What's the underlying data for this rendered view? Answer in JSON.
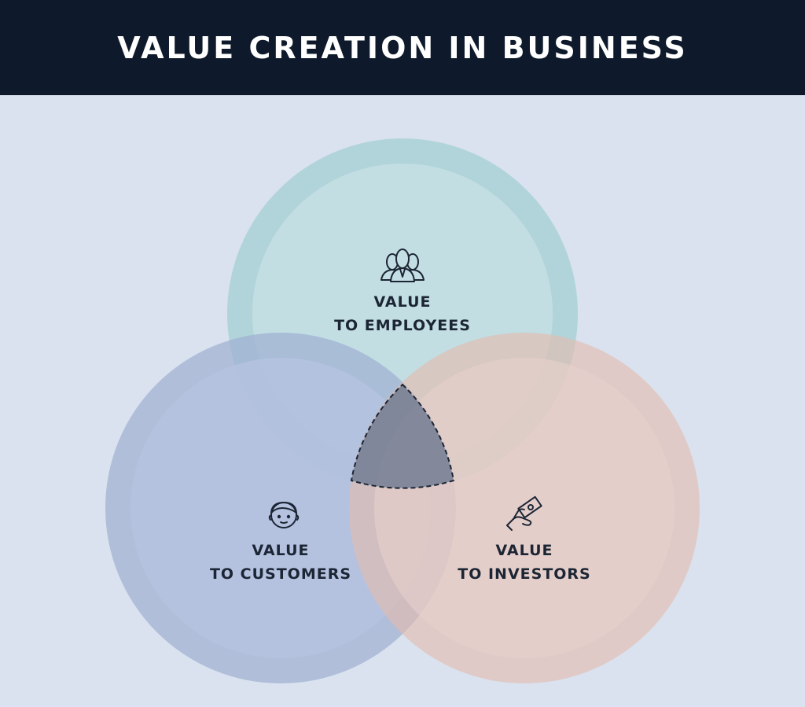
{
  "title": "VALUE CREATION IN BUSINESS",
  "circles": [
    {
      "id": "employees",
      "line1": "VALUE",
      "line2": "TO EMPLOYEES",
      "icon": "employees-group-icon",
      "ring_color": "#b2d6da",
      "fill_color": "#c5dfe4"
    },
    {
      "id": "customers",
      "line1": "VALUE",
      "line2": "TO CUSTOMERS",
      "icon": "customer-face-icon",
      "ring_color": "#a9b8d6",
      "fill_color": "#bfcae6"
    },
    {
      "id": "investors",
      "line1": "VALUE",
      "line2": "TO INVESTORS",
      "icon": "money-handshake-icon",
      "ring_color": "#e6c6bb",
      "fill_color": "#e6d3cf"
    }
  ],
  "colors": {
    "header_bg": "#0e1a2b",
    "background": "#d9e2ee",
    "text": "#1c2534",
    "intersection": "#7a8599"
  }
}
